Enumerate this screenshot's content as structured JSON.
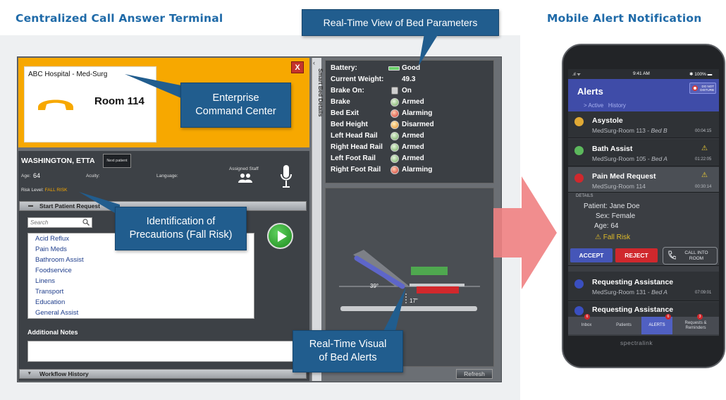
{
  "headings": {
    "left": "Centralized Call Answer Terminal",
    "right": "Mobile Alert Notification"
  },
  "callouts": {
    "bed_parameters": "Real-Time View of Bed Parameters",
    "enterprise_line1": "Enterprise",
    "enterprise_line2": "Command Center",
    "precautions_line1": "Identification of",
    "precautions_line2": "Precautions (Fall Risk)",
    "bed_alerts_line1": "Real-Time Visual",
    "bed_alerts_line2": "of Bed Alerts"
  },
  "terminal": {
    "hospital": "ABC Hospital - Med-Surg",
    "room": "Room 114",
    "close": "X",
    "patient_name": "WASHINGTON, ETTA",
    "next_patient": "Next patient",
    "age_label": "Age:",
    "age_value": "64",
    "acuity_label": "Acuity:",
    "language_label": "Language:",
    "assigned_staff_label": "Assigned Staff",
    "risk_label": "Risk Level:",
    "risk_value": "FALL RISK",
    "start_request": "Start Patient Request",
    "search_placeholder": "Search",
    "requests": [
      "Acid Reflux",
      "Pain Meds",
      "Bathroom Assist",
      "Foodservice",
      "Linens",
      "Transport",
      "Education",
      "General Assist"
    ],
    "additional_notes": "Additional Notes",
    "workflow_history": "Workflow History",
    "side_tab": "Smart Bed Details",
    "refresh": "Refresh"
  },
  "bed_params": [
    {
      "label": "Battery:",
      "value": "Good",
      "icon": "battery-icon"
    },
    {
      "label": "Current Weight:",
      "value": "49.3",
      "icon": ""
    },
    {
      "label": "Brake On:",
      "value": "On",
      "icon": "lock-icon"
    },
    {
      "label": "Brake",
      "value": "Armed",
      "icon": "armed-icon"
    },
    {
      "label": "Bed Exit",
      "value": "Alarming",
      "icon": "alarm-icon"
    },
    {
      "label": "Bed Height",
      "value": "Disarmed",
      "icon": "disarmed-icon"
    },
    {
      "label": "Left Head Rail",
      "value": "Armed",
      "icon": "armed-icon"
    },
    {
      "label": "Right Head Rail",
      "value": "Armed",
      "icon": "armed-icon"
    },
    {
      "label": "Left Foot Rail",
      "value": "Armed",
      "icon": "armed-icon"
    },
    {
      "label": "Right Foot Rail",
      "value": "Alarming",
      "icon": "alarm-icon"
    }
  ],
  "bed_visual": {
    "angle": "39°",
    "height": "17\""
  },
  "phone": {
    "time": "9:41 AM",
    "battery": "100%",
    "title": "Alerts",
    "do_not_disturb_1": "DO NOT",
    "do_not_disturb_2": "DISTURB",
    "tab_active": "> Active",
    "tab_history": "History",
    "alerts": [
      {
        "title": "Asystole",
        "room": "MedSurg-Room 113 - ",
        "bed": "Bed B",
        "time": "00:04:15",
        "color": "#e0a935",
        "warning": ""
      },
      {
        "title": "Bath Assist",
        "room": "MedSurg-Room 105 - ",
        "bed": "Bed A",
        "time": "01:22:05",
        "color": "#5cb85c",
        "warning": "⚠"
      },
      {
        "title": "Pain Med Request",
        "room": "MedSurg-Room 114",
        "bed": "",
        "time": "00:30:14",
        "color": "#d0282d",
        "warning": "⚠"
      },
      {
        "title": "Requesting Assistance",
        "room": "MedSurg-Room 131 - ",
        "bed": "Bed A",
        "time": "07:09:01",
        "color": "#3a4fc0",
        "warning": ""
      },
      {
        "title": "Requesting Assistance",
        "room": "",
        "bed": "",
        "time": "",
        "color": "#3a4fc0",
        "warning": ""
      }
    ],
    "details_label": "DETAILS",
    "details": {
      "patient_label": "Patient:",
      "patient": "Jane Doe",
      "sex_label": "Sex:",
      "sex": "Female",
      "age_label": "Age:",
      "age": "64",
      "fall_risk": "Fall Risk"
    },
    "accept": "ACCEPT",
    "reject": "REJECT",
    "call_line1": "CALL INTO",
    "call_line2": "ROOM",
    "tabs": [
      "Inbox",
      "Patients",
      "ALERTS",
      "Requests &",
      "Reminders"
    ],
    "badges": [
      "6",
      "6",
      "3"
    ],
    "brand": "spectralink"
  },
  "colors": {
    "accent_orange": "#f7a800",
    "callout_blue": "#215d8e",
    "heading_blue": "#1f6aa8",
    "alert_header": "#3f4ca8",
    "reject_red": "#d0282d"
  }
}
